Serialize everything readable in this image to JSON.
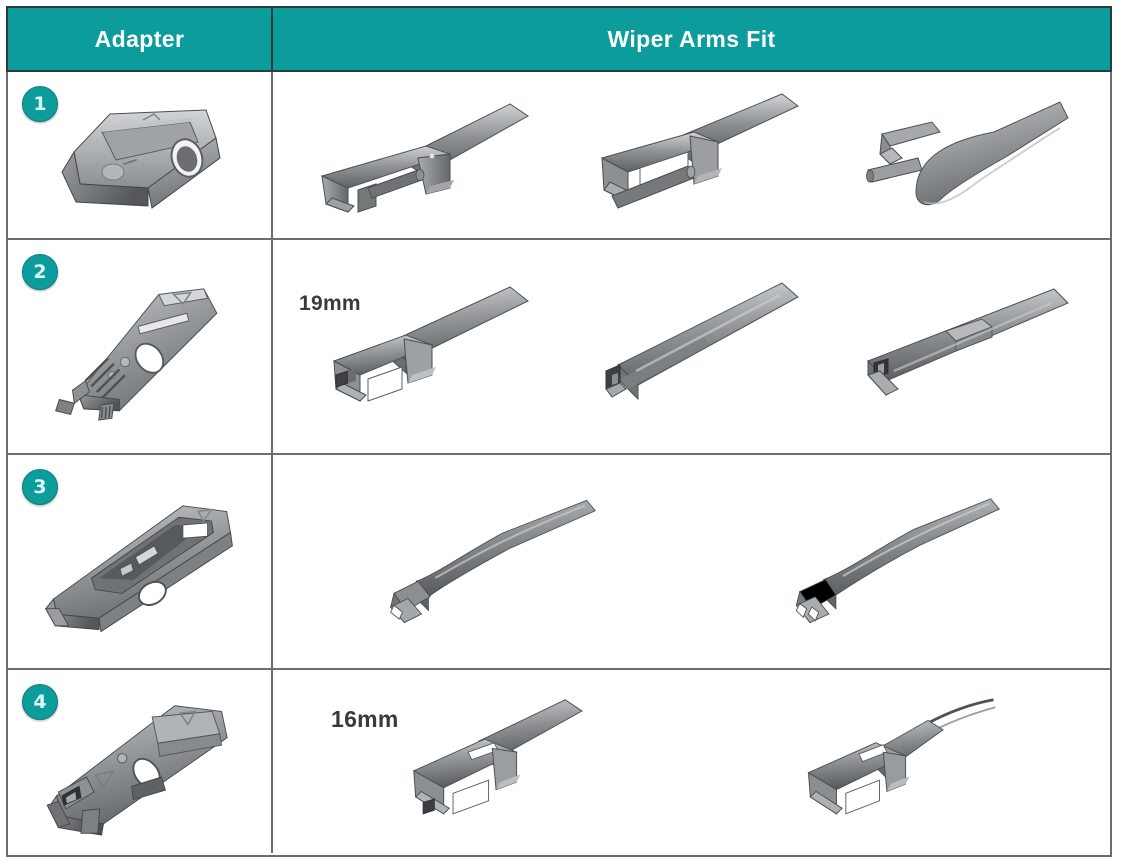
{
  "table": {
    "columns": [
      {
        "key": "adapter",
        "label": "Adapter"
      },
      {
        "key": "arms",
        "label": "Wiper Arms Fit"
      }
    ],
    "colors": {
      "header_bg": "#0d9c9c",
      "header_text": "#ffffff",
      "badge_bg": "#0d9c9c",
      "badge_text": "#d8fbfb",
      "border": "#6d6d6d",
      "header_border": "#2b3a3a",
      "metal_light": "#c9cbcd",
      "metal_mid": "#8e9194",
      "metal_dark": "#5a5d60",
      "body_bg": "#ffffff"
    },
    "rows": [
      {
        "number": "1",
        "adapter_name": "u-hook-adapter",
        "annotation": "",
        "arms": [
          {
            "name": "u-hook-wiper-arm"
          },
          {
            "name": "u-hook-wide-wiper-arm"
          },
          {
            "name": "u-hook-rounded-wiper-arm"
          }
        ]
      },
      {
        "number": "2",
        "adapter_name": "side-pin-adapter",
        "annotation": "19mm",
        "arms": [
          {
            "name": "side-pin-19mm-wiper-arm"
          },
          {
            "name": "side-pin-straight-wiper-arm"
          },
          {
            "name": "side-pin-notched-wiper-arm"
          }
        ]
      },
      {
        "number": "3",
        "adapter_name": "push-button-adapter",
        "annotation": "",
        "arms": [
          {
            "name": "push-button-wiper-arm"
          },
          {
            "name": "push-button-split-wiper-arm"
          }
        ]
      },
      {
        "number": "4",
        "adapter_name": "bayonet-adapter",
        "annotation": "16mm",
        "arms": [
          {
            "name": "bayonet-16mm-wiper-arm"
          },
          {
            "name": "bayonet-slim-wiper-arm"
          }
        ]
      }
    ]
  }
}
